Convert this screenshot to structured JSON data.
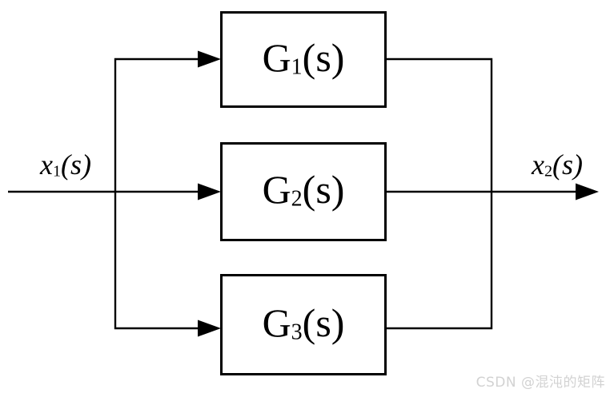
{
  "figure": {
    "type": "block-diagram",
    "topology": "three parallel transfer-function blocks between one input and one output",
    "background_color": "#ffffff",
    "line_color": "#000000",
    "input_label": {
      "base": "x",
      "sub": "1",
      "arg": "(s)"
    },
    "output_label": {
      "base": "x",
      "sub": "2",
      "arg": "(s)"
    },
    "blocks": [
      {
        "id": "G1",
        "base": "G",
        "sub": "1",
        "arg": "(s)"
      },
      {
        "id": "G2",
        "base": "G",
        "sub": "2",
        "arg": "(s)"
      },
      {
        "id": "G3",
        "base": "G",
        "sub": "3",
        "arg": "(s)"
      }
    ],
    "connections": [
      "x1(s) input line branches to G1, G2 and G3 inputs",
      "G1, G2 and G3 outputs merge into single x2(s) output arrow"
    ],
    "watermark": {
      "text": "CSDN @混沌的矩阵",
      "color": "#d2d2d2"
    }
  }
}
